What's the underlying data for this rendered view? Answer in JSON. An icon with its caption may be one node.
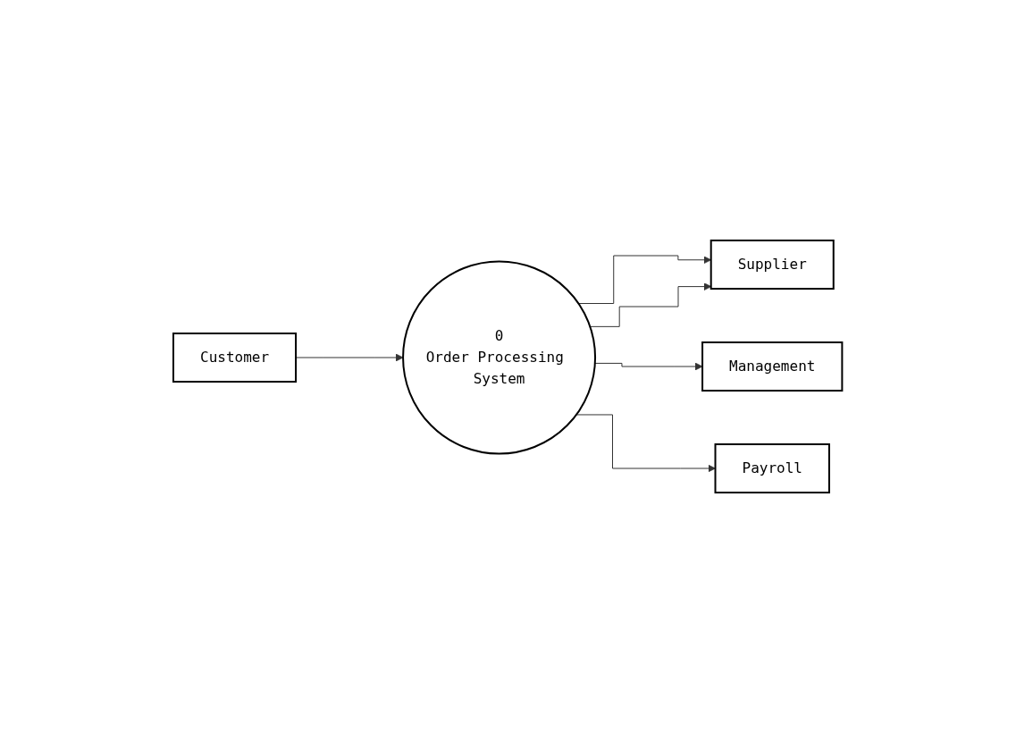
{
  "diagram": {
    "nodes": [
      {
        "text": [
          "Customer"
        ]
      },
      {
        "text": [
          "Supplier"
        ]
      },
      {
        "text": [
          "0",
          "Order Processing System"
        ]
      },
      {
        "text": [
          "Management"
        ]
      },
      {
        "text": [
          "Payroll"
        ]
      }
    ],
    "edges": [
      {
        "from": 0,
        "to": 2,
        "arrow": "to"
      },
      {
        "from": 2,
        "to": 1,
        "arrow": "to"
      },
      {
        "from": 2,
        "to": 1,
        "arrow": "to"
      },
      {
        "from": 2,
        "to": 3,
        "arrow": "to"
      },
      {
        "from": 2,
        "to": 4,
        "arrow": "to"
      }
    ]
  }
}
